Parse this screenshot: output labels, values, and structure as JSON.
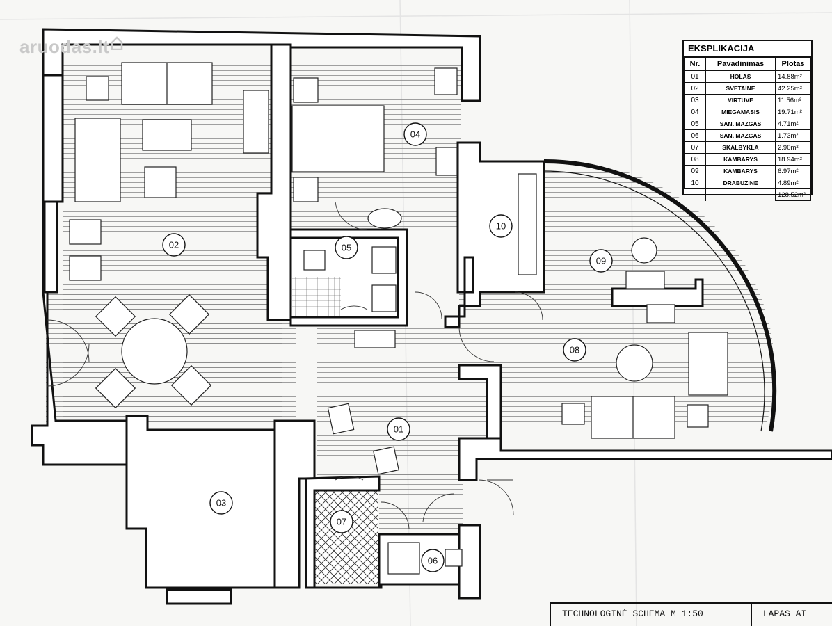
{
  "watermark": {
    "text": "aruodas.lt"
  },
  "rooms": [
    {
      "nr": "01",
      "name": "HOLAS",
      "area": "14.88m²"
    },
    {
      "nr": "02",
      "name": "SVETAINE",
      "area": "42.25m²"
    },
    {
      "nr": "03",
      "name": "VIRTUVE",
      "area": "11.56m²"
    },
    {
      "nr": "04",
      "name": "MIEGAMASIS",
      "area": "19.71m²"
    },
    {
      "nr": "05",
      "name": "SAN. MAZGAS",
      "area": "4.71m²"
    },
    {
      "nr": "06",
      "name": "SAN. MAZGAS",
      "area": "1.73m²"
    },
    {
      "nr": "07",
      "name": "SKALBYKLA",
      "area": "2.90m²"
    },
    {
      "nr": "08",
      "name": "KAMBARYS",
      "area": "18.94m²"
    },
    {
      "nr": "09",
      "name": "KAMBARYS",
      "area": "6.97m²"
    },
    {
      "nr": "10",
      "name": "DRABUZINE",
      "area": "4.89m²"
    }
  ],
  "legend": {
    "title": "EKSPLIKACIJA",
    "headers": {
      "nr": "Nr.",
      "name": "Pavadinimas",
      "area": "Plotas"
    },
    "total": "128.52m²"
  },
  "titleblock": {
    "scheme": "TECHNOLOGINĖ SCHEMA M 1:50",
    "sheet": "LAPAS AI"
  },
  "colors": {
    "line": "#111111",
    "paper": "#f7f7f5",
    "fill": "#ffffff"
  }
}
